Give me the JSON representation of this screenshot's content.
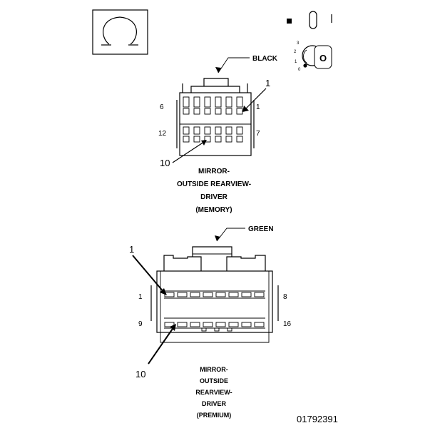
{
  "icons": {
    "connector_symbol": "omega-icon",
    "ignition_switch": "ignition-key-icon"
  },
  "ignition": {
    "positions": [
      "3",
      "2",
      "1",
      "0"
    ],
    "key_letter": "O"
  },
  "connector_memory": {
    "color_label": "BLACK",
    "callout_top": "1",
    "callout_bottom": "10",
    "pin_left_top": "6",
    "pin_right_top": "1",
    "pin_left_bottom": "12",
    "pin_right_bottom": "7",
    "title_lines": [
      "MIRROR-",
      "OUTSIDE REARVIEW-",
      "DRIVER",
      "(MEMORY)"
    ]
  },
  "connector_premium": {
    "color_label": "GREEN",
    "callout_top": "1",
    "callout_bottom": "10",
    "pin_left_top": "1",
    "pin_right_top": "8",
    "pin_left_bottom": "9",
    "pin_right_bottom": "16",
    "title_lines": [
      "MIRROR-",
      "OUTSIDE",
      "REARVIEW-",
      "DRIVER",
      "(PREMIUM)"
    ]
  },
  "figure_id": "01792391"
}
